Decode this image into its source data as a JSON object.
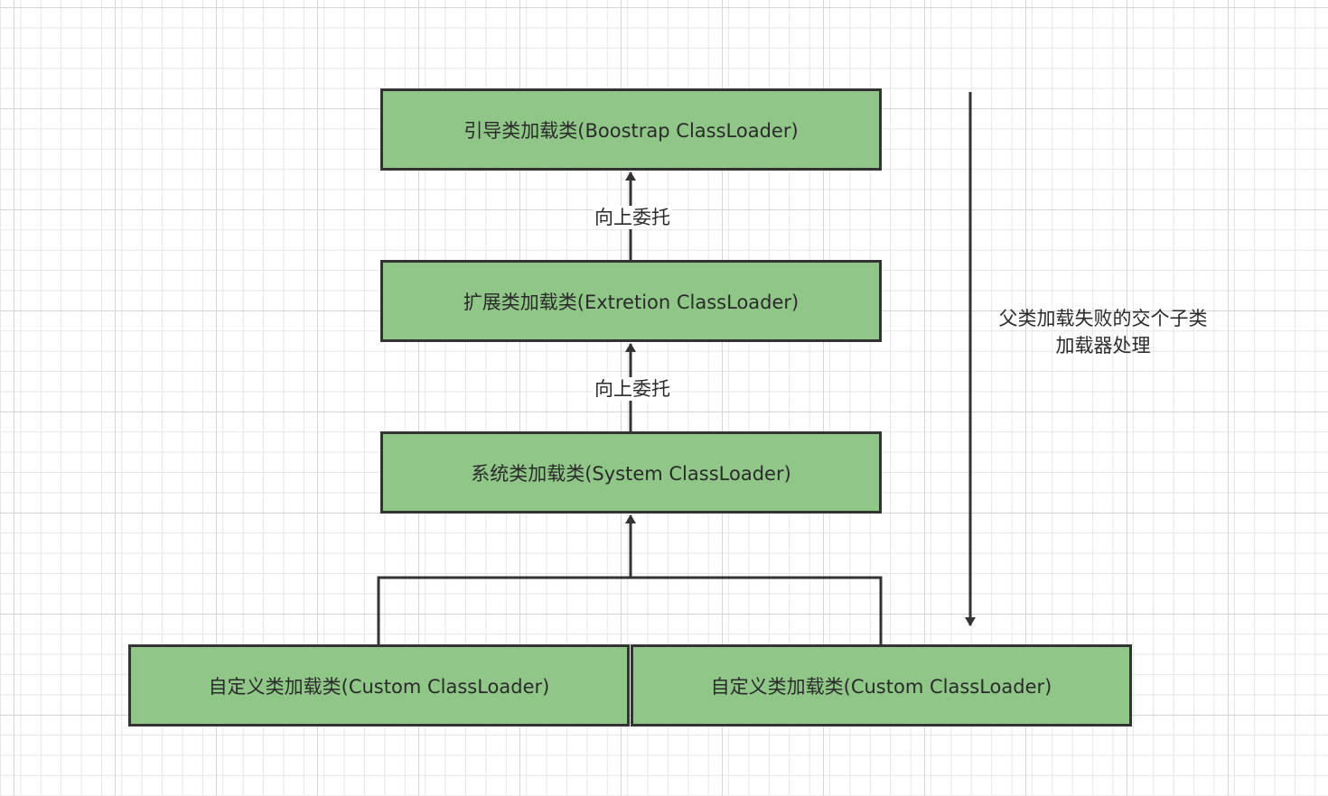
{
  "nodes": {
    "bootstrap": "引导类加载类(Boostrap ClassLoader)",
    "extension": "扩展类加载类(Extretion ClassLoader)",
    "system": "系统类加载类(System ClassLoader)",
    "custom_left": "自定义类加载类(Custom ClassLoader)",
    "custom_right": "自定义类加载类(Custom ClassLoader)"
  },
  "edges": {
    "ext_to_boot_label": "向上委托",
    "sys_to_ext_label": "向上委托"
  },
  "side_note": {
    "line1": "父类加载失败的交个子类",
    "line2": "加载器处理"
  },
  "colors": {
    "node_fill": "#90c788",
    "stroke": "#333333"
  }
}
